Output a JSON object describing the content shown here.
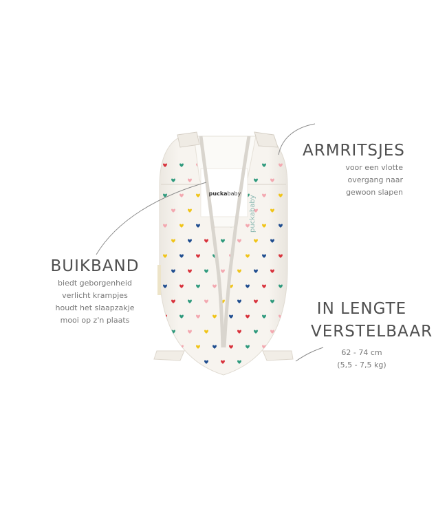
{
  "callouts": {
    "armritsjes": {
      "title": "ARMRITSJES",
      "lines": [
        "voor een vlotte",
        "overgang naar",
        "gewoon slapen"
      ]
    },
    "buikband": {
      "title": "BUIKBAND",
      "lines": [
        "biedt geborgenheid",
        "verlicht krampjes",
        "houdt het slaapzakje",
        "mooi op z'n plaats"
      ]
    },
    "lengte": {
      "title_line1": "IN LENGTE",
      "title_line2": "VERSTELBAAR",
      "lines": [
        "62 - 74 cm",
        "(5,5 - 7,5 kg)"
      ]
    }
  },
  "product": {
    "label_brand_bold": "pucka",
    "label_brand_light": "baby",
    "side_print": "puckababy"
  },
  "colors": {
    "heart_palette": [
      "#d8323c",
      "#f0c419",
      "#2f9a7d",
      "#1f4d8f",
      "#f3a8b0"
    ],
    "fabric": "#f7f4ef",
    "text_dark": "#4f4f4f",
    "text_light": "#777777"
  }
}
